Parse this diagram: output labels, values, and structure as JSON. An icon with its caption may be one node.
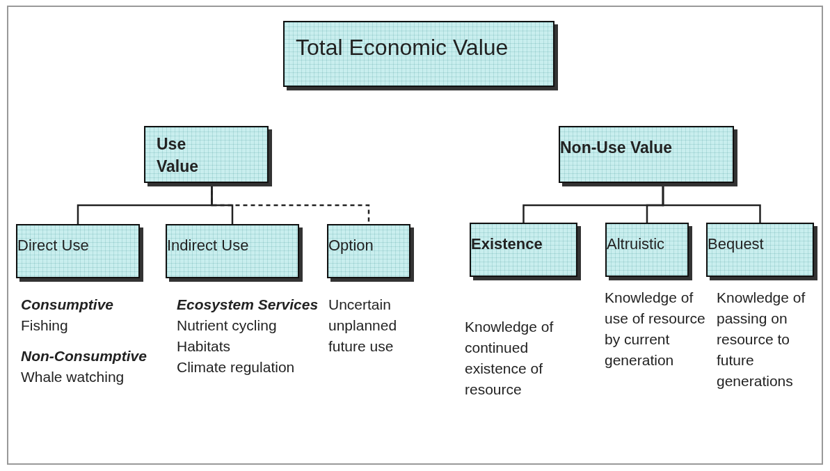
{
  "diagram": {
    "nodes": [
      {
        "text": [
          "Total Economic Value"
        ]
      },
      {
        "text": [
          "Use Value"
        ]
      },
      {
        "text": [
          "Non-Use Value"
        ]
      },
      {
        "text": [
          "Direct Use"
        ],
        "beside": [
          "Consumptive",
          "Fishing",
          "Non-Consumptive",
          "Whale watching"
        ]
      },
      {
        "text": [
          "Indirect Use"
        ],
        "beside": [
          "Ecosystem Services",
          "Nutrient cycling",
          "Habitats",
          "Climate regulation"
        ]
      },
      {
        "text": [
          "Option"
        ],
        "beside": [
          "Uncertain unplanned future use"
        ]
      },
      {
        "text": [
          "Existence"
        ],
        "beside": [
          "Knowledge of continued existence of resource"
        ]
      },
      {
        "text": [
          "Altruistic"
        ],
        "beside": [
          "Knowledge of use of resource by current generation"
        ]
      },
      {
        "text": [
          "Bequest"
        ],
        "beside": [
          "Knowledge of passing on resource to future generations"
        ]
      }
    ],
    "edges": [
      {
        "from": 1,
        "to": 3,
        "arrow": "none"
      },
      {
        "from": 1,
        "to": 4,
        "arrow": "none"
      },
      {
        "from": 1,
        "to": 5,
        "arrow": "none",
        "style": "dashed"
      },
      {
        "from": 2,
        "to": 6,
        "arrow": "none"
      },
      {
        "from": 2,
        "to": 7,
        "arrow": "none"
      },
      {
        "from": 2,
        "to": 8,
        "arrow": "none"
      }
    ]
  }
}
